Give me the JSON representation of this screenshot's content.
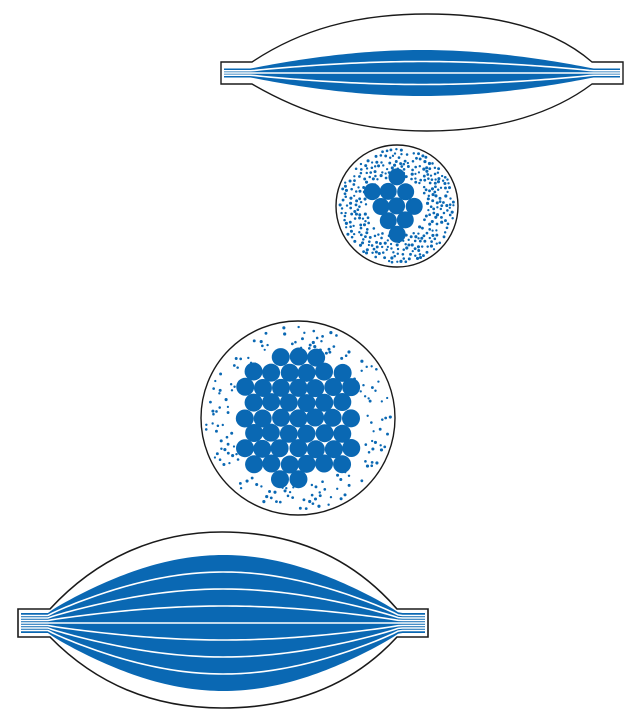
{
  "colors": {
    "fiber": "#0a68b3",
    "outline": "#1a1a1a",
    "separator": "#ffffff",
    "background": "#ffffff"
  },
  "muscles": [
    {
      "id": "small-muscle-longitudinal",
      "fiber_bundles": 4
    },
    {
      "id": "large-muscle-longitudinal",
      "fiber_bundles": 8
    }
  ],
  "cross_sections": [
    {
      "id": "small-muscle-cross-section",
      "large_fibers": 10,
      "small_fibers": 330
    },
    {
      "id": "large-muscle-cross-section",
      "large_fibers": 50,
      "small_fibers": 160
    }
  ]
}
